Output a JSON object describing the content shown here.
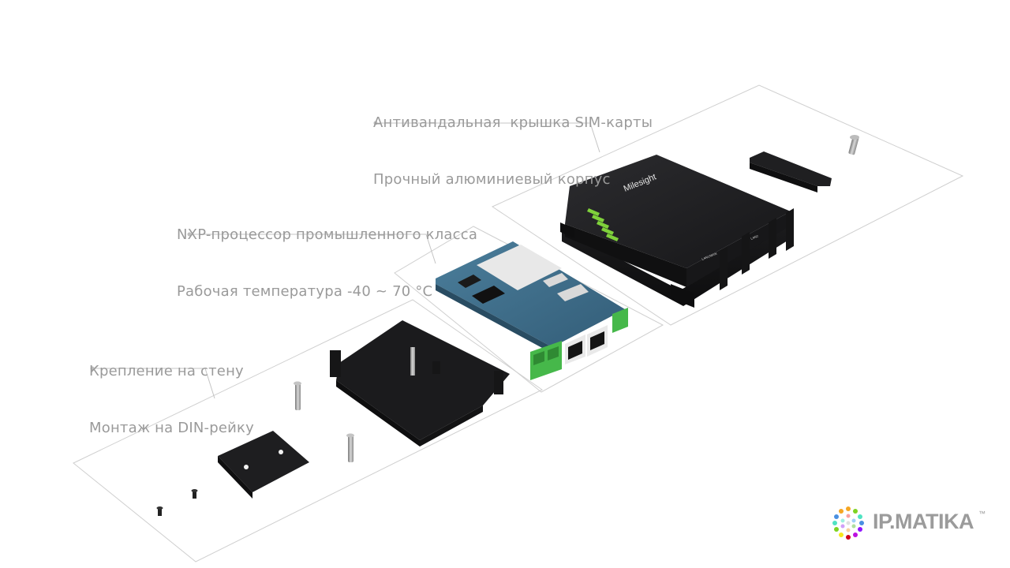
{
  "captions": {
    "top": [
      "Антивандальная  крышка SIM-карты",
      "Прочный алюминиевый корпус"
    ],
    "middle": [
      "NXP-процессор промышленного класса",
      "Рабочая температура -40 ~ 70 °C"
    ],
    "bottom": [
      "Крепление на стену",
      "Монтаж на DIN-рейку"
    ]
  },
  "device": {
    "brand_label": "Milesight",
    "ports": [
      "LAN1/WAN",
      "LAN2"
    ]
  },
  "logo": {
    "text": "IP.MATIKA",
    "mark": "™"
  },
  "colors": {
    "caption": "#9a9a9a",
    "plate_line": "#cfcfcf",
    "housing": "#1c1c1e",
    "pcb": "#3f6f8c",
    "terminal": "#46b84a",
    "led": "#7fd13b"
  }
}
